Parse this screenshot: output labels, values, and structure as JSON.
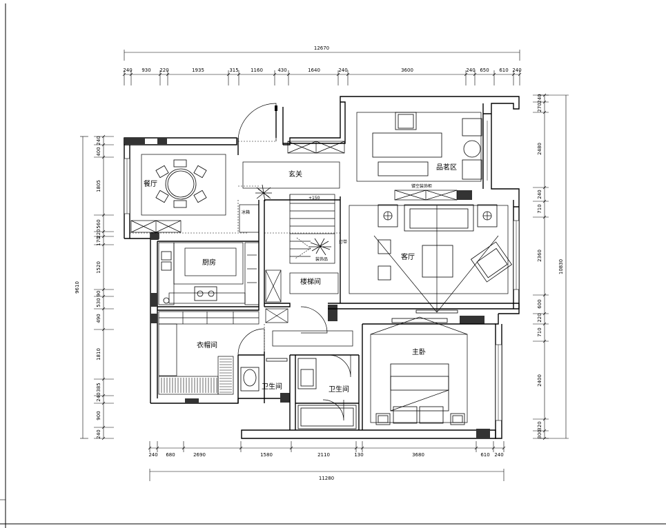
{
  "dimensions": {
    "top_total": "12670",
    "top_segments": [
      "240",
      "930",
      "220",
      "1935",
      "315",
      "1160",
      "430",
      "1640",
      "240",
      "3600",
      "240",
      "650",
      "610",
      "240"
    ],
    "bottom_total": "11280",
    "bottom_segments": [
      "240",
      "680",
      "2690",
      "1580",
      "2110",
      "130",
      "3680",
      "610",
      "240"
    ],
    "left_total": "9610",
    "left_segments": [
      "240",
      "400",
      "1805",
      "560",
      "220",
      "170",
      "1520",
      "90",
      "530",
      "490",
      "1810",
      "385",
      "240",
      "900",
      "240"
    ],
    "right_total": "10830",
    "right_segments": [
      "240",
      "270",
      "2480",
      "240",
      "710",
      "2360",
      "600",
      "220",
      "710",
      "2400",
      "320",
      "300"
    ]
  },
  "rooms": {
    "dining": "餐厅",
    "foyer": "玄关",
    "tea_area": "品茗区",
    "fridge": "冰箱",
    "kitchen": "厨房",
    "living": "客厅",
    "stairwell": "楼梯间",
    "cloakroom": "衣帽间",
    "master_bedroom": "主卧",
    "bathroom_1": "卫生间",
    "bathroom_2": "卫生间",
    "display_cabinet": "镂空装饰柜",
    "light_strip": "灯带",
    "ornament": "装饰品",
    "level_mark": "+150"
  }
}
